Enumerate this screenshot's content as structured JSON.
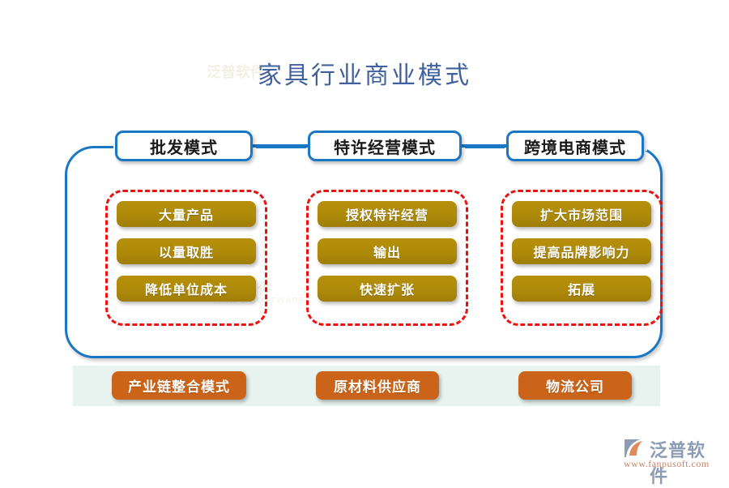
{
  "title": "家具行业商业模式",
  "watermark": {
    "brand": "泛普软件",
    "brand_sub": "FANPU SOFTWARE",
    "brand_top": "泛普软件"
  },
  "columns": [
    {
      "header": "批发模式",
      "items": [
        "大量产品",
        "以量取胜",
        "降低单位成本"
      ]
    },
    {
      "header": "特许经营模式",
      "items": [
        "授权特许经营",
        "输出",
        "快速扩张"
      ]
    },
    {
      "header": "跨境电商模式",
      "items": [
        "扩大市场范围",
        "提高品牌影响力",
        "拓展"
      ]
    }
  ],
  "bottom": {
    "items": [
      "产业链整合模式",
      "原材料供应商",
      "物流公司"
    ]
  },
  "logo": {
    "name": "泛普软件",
    "url": "www.fanpusoft.com"
  },
  "colors": {
    "title": "#41619d",
    "container_border": "#1b76c4",
    "header_border": "#1b76c4",
    "dashed_border": "#ee1111",
    "gold": "#b6900c",
    "orange": "#cb6418",
    "mint_band": "#e6f3ef"
  }
}
